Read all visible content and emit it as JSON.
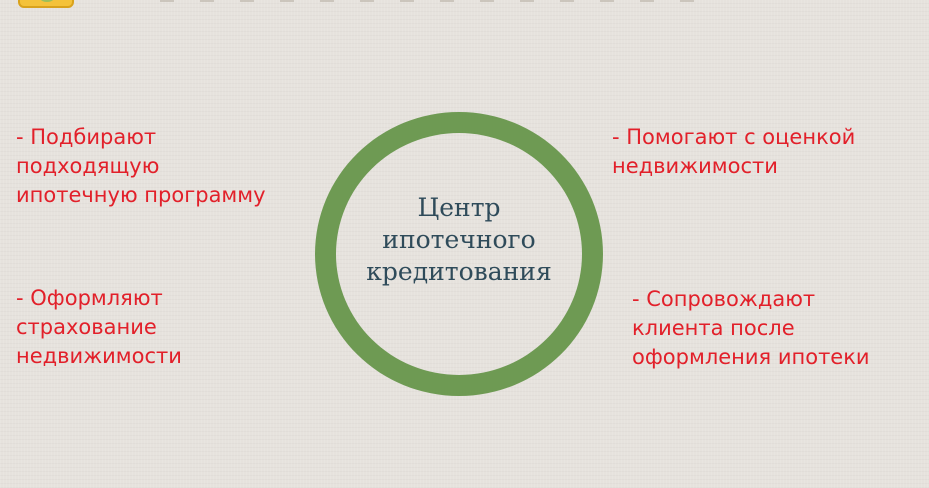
{
  "colors": {
    "ring": "#6e9a53",
    "center_text": "#2f4b5a",
    "item_text": "#e2202a",
    "background": "#e6e2dd",
    "logo": "#f4c23a"
  },
  "icons": {
    "top_logo": "logo-icon"
  },
  "center": {
    "lines": [
      "Центр",
      "ипотечного",
      "кредитования"
    ]
  },
  "items": {
    "top_left": [
      "- Подбирают",
      "подходящую",
      "ипотечную программу"
    ],
    "bottom_left": [
      "- Оформляют",
      "страхование",
      "недвижимости"
    ],
    "top_right": [
      "- Помогают с оценкой",
      "недвижимости"
    ],
    "bottom_right": [
      "- Сопровождают",
      "клиента после",
      "оформления ипотеки"
    ]
  }
}
